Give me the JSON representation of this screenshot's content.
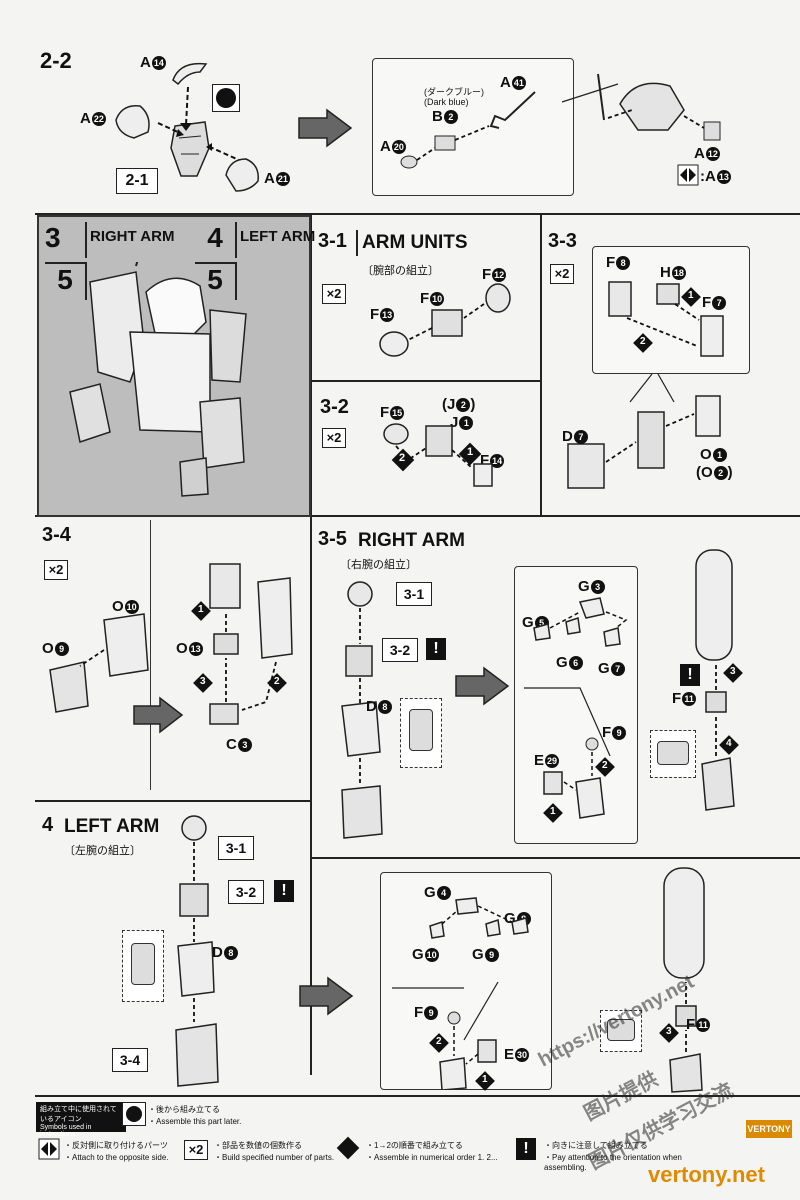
{
  "sec22": {
    "step": "2-2",
    "callout": "2-1",
    "parts": {
      "a14": "A",
      "a22": "A",
      "a21": "A"
    },
    "nums": {
      "a14": "14",
      "a22": "22",
      "a21": "21"
    },
    "color_jp": "(ダークブルー)",
    "color_en": "(Dark blue)",
    "b2": "B",
    "b2n": "2",
    "a41": "A",
    "a41n": "41",
    "a20": "A",
    "a20n": "20",
    "a12": "A",
    "a12n": "12",
    "a13": ":A",
    "a13n": "13"
  },
  "overview": {
    "n3": "3",
    "n5a": "5",
    "n4": "4",
    "n5b": "5",
    "right_arm": "RIGHT ARM",
    "left_arm": "LEFT ARM"
  },
  "sec31": {
    "step": "3-1",
    "title": "ARM UNITS",
    "jp": "〔腕部の組立〕",
    "mult": "×2",
    "f12": "F",
    "f12n": "12",
    "f10": "F",
    "f10n": "10",
    "f13": "F",
    "f13n": "13"
  },
  "sec32": {
    "step": "3-2",
    "mult": "×2",
    "f15": "F",
    "f15n": "15",
    "j2": "(J",
    "j2n": "2",
    "j2c": ")",
    "j1": "J",
    "j1n": "1",
    "f14": "F",
    "f14n": "14",
    "s1": "1",
    "s2": "2"
  },
  "sec33": {
    "step": "3-3",
    "mult": "×2",
    "f8": "F",
    "f8n": "8",
    "h18": "H",
    "h18n": "18",
    "f7": "F",
    "f7n": "7",
    "d7": "D",
    "d7n": "7",
    "o1": "O",
    "o1n": "1",
    "o2": "(O",
    "o2n": "2",
    "o2c": ")",
    "s1": "1",
    "s2": "2"
  },
  "sec34": {
    "step": "3-4",
    "mult": "×2",
    "o10": "O",
    "o10n": "10",
    "o9": "O",
    "o9n": "9",
    "o13": "O",
    "o13n": "13",
    "c3": "C",
    "c3n": "3",
    "s1": "1",
    "s2": "2",
    "s3": "3"
  },
  "sec35": {
    "step": "3-5",
    "title": "RIGHT ARM",
    "jp": "〔右腕の組立〕",
    "ref31": "3-1",
    "ref32": "3-2",
    "d8": "D",
    "d8n": "8",
    "g3": "G",
    "g3n": "3",
    "g5": "G",
    "g5n": "5",
    "g6": "G",
    "g6n": "6",
    "g7": "G",
    "g7n": "7",
    "f9": "F",
    "f9n": "9",
    "e29": "E",
    "e29n": "29",
    "f11": "F",
    "f11n": "11",
    "s1": "1",
    "s2": "2",
    "s3": "3",
    "s4": "4"
  },
  "sec4": {
    "step": "4",
    "title": "LEFT ARM",
    "jp": "〔左腕の組立〕",
    "ref31": "3-1",
    "ref32": "3-2",
    "ref34": "3-4",
    "d8": "D",
    "d8n": "8",
    "g4": "G",
    "g4n": "4",
    "g8": "G",
    "g8n": "8",
    "g10": "G",
    "g10n": "10",
    "g9": "G",
    "g9n": "9",
    "f9": "F",
    "f9n": "9",
    "e30": "E",
    "e30n": "30",
    "f11": "F",
    "f11n": "11",
    "s1": "1",
    "s2": "2",
    "s3": "3"
  },
  "legend": {
    "head_jp": "組み立て中に使用されているアイコン",
    "head_en": "Symbols used in instructions",
    "later_jp": "・後から組み立てる",
    "later_en": "・Assemble this part later.",
    "opp_jp": "・反対側に取り付けるパーツ",
    "opp_en": "・Attach to the opposite side.",
    "mult_icon": "×2",
    "mult_jp": "・部品を数値の個数作る",
    "mult_en": "・Build specified number of parts.",
    "order_jp": "・1→2の順番で組み立てる",
    "order_en": "・Assemble in numerical order 1. 2...",
    "orient_jp": "・向きに注意して組み立てる",
    "orient_en": "・Pay attention to the orientation when assembling."
  },
  "watermark": {
    "url": "https://vertony.net",
    "cn1": "图片提供",
    "cn2": "图片仅供学习交流",
    "site": "vertony.net",
    "corner": "VERTONY"
  }
}
